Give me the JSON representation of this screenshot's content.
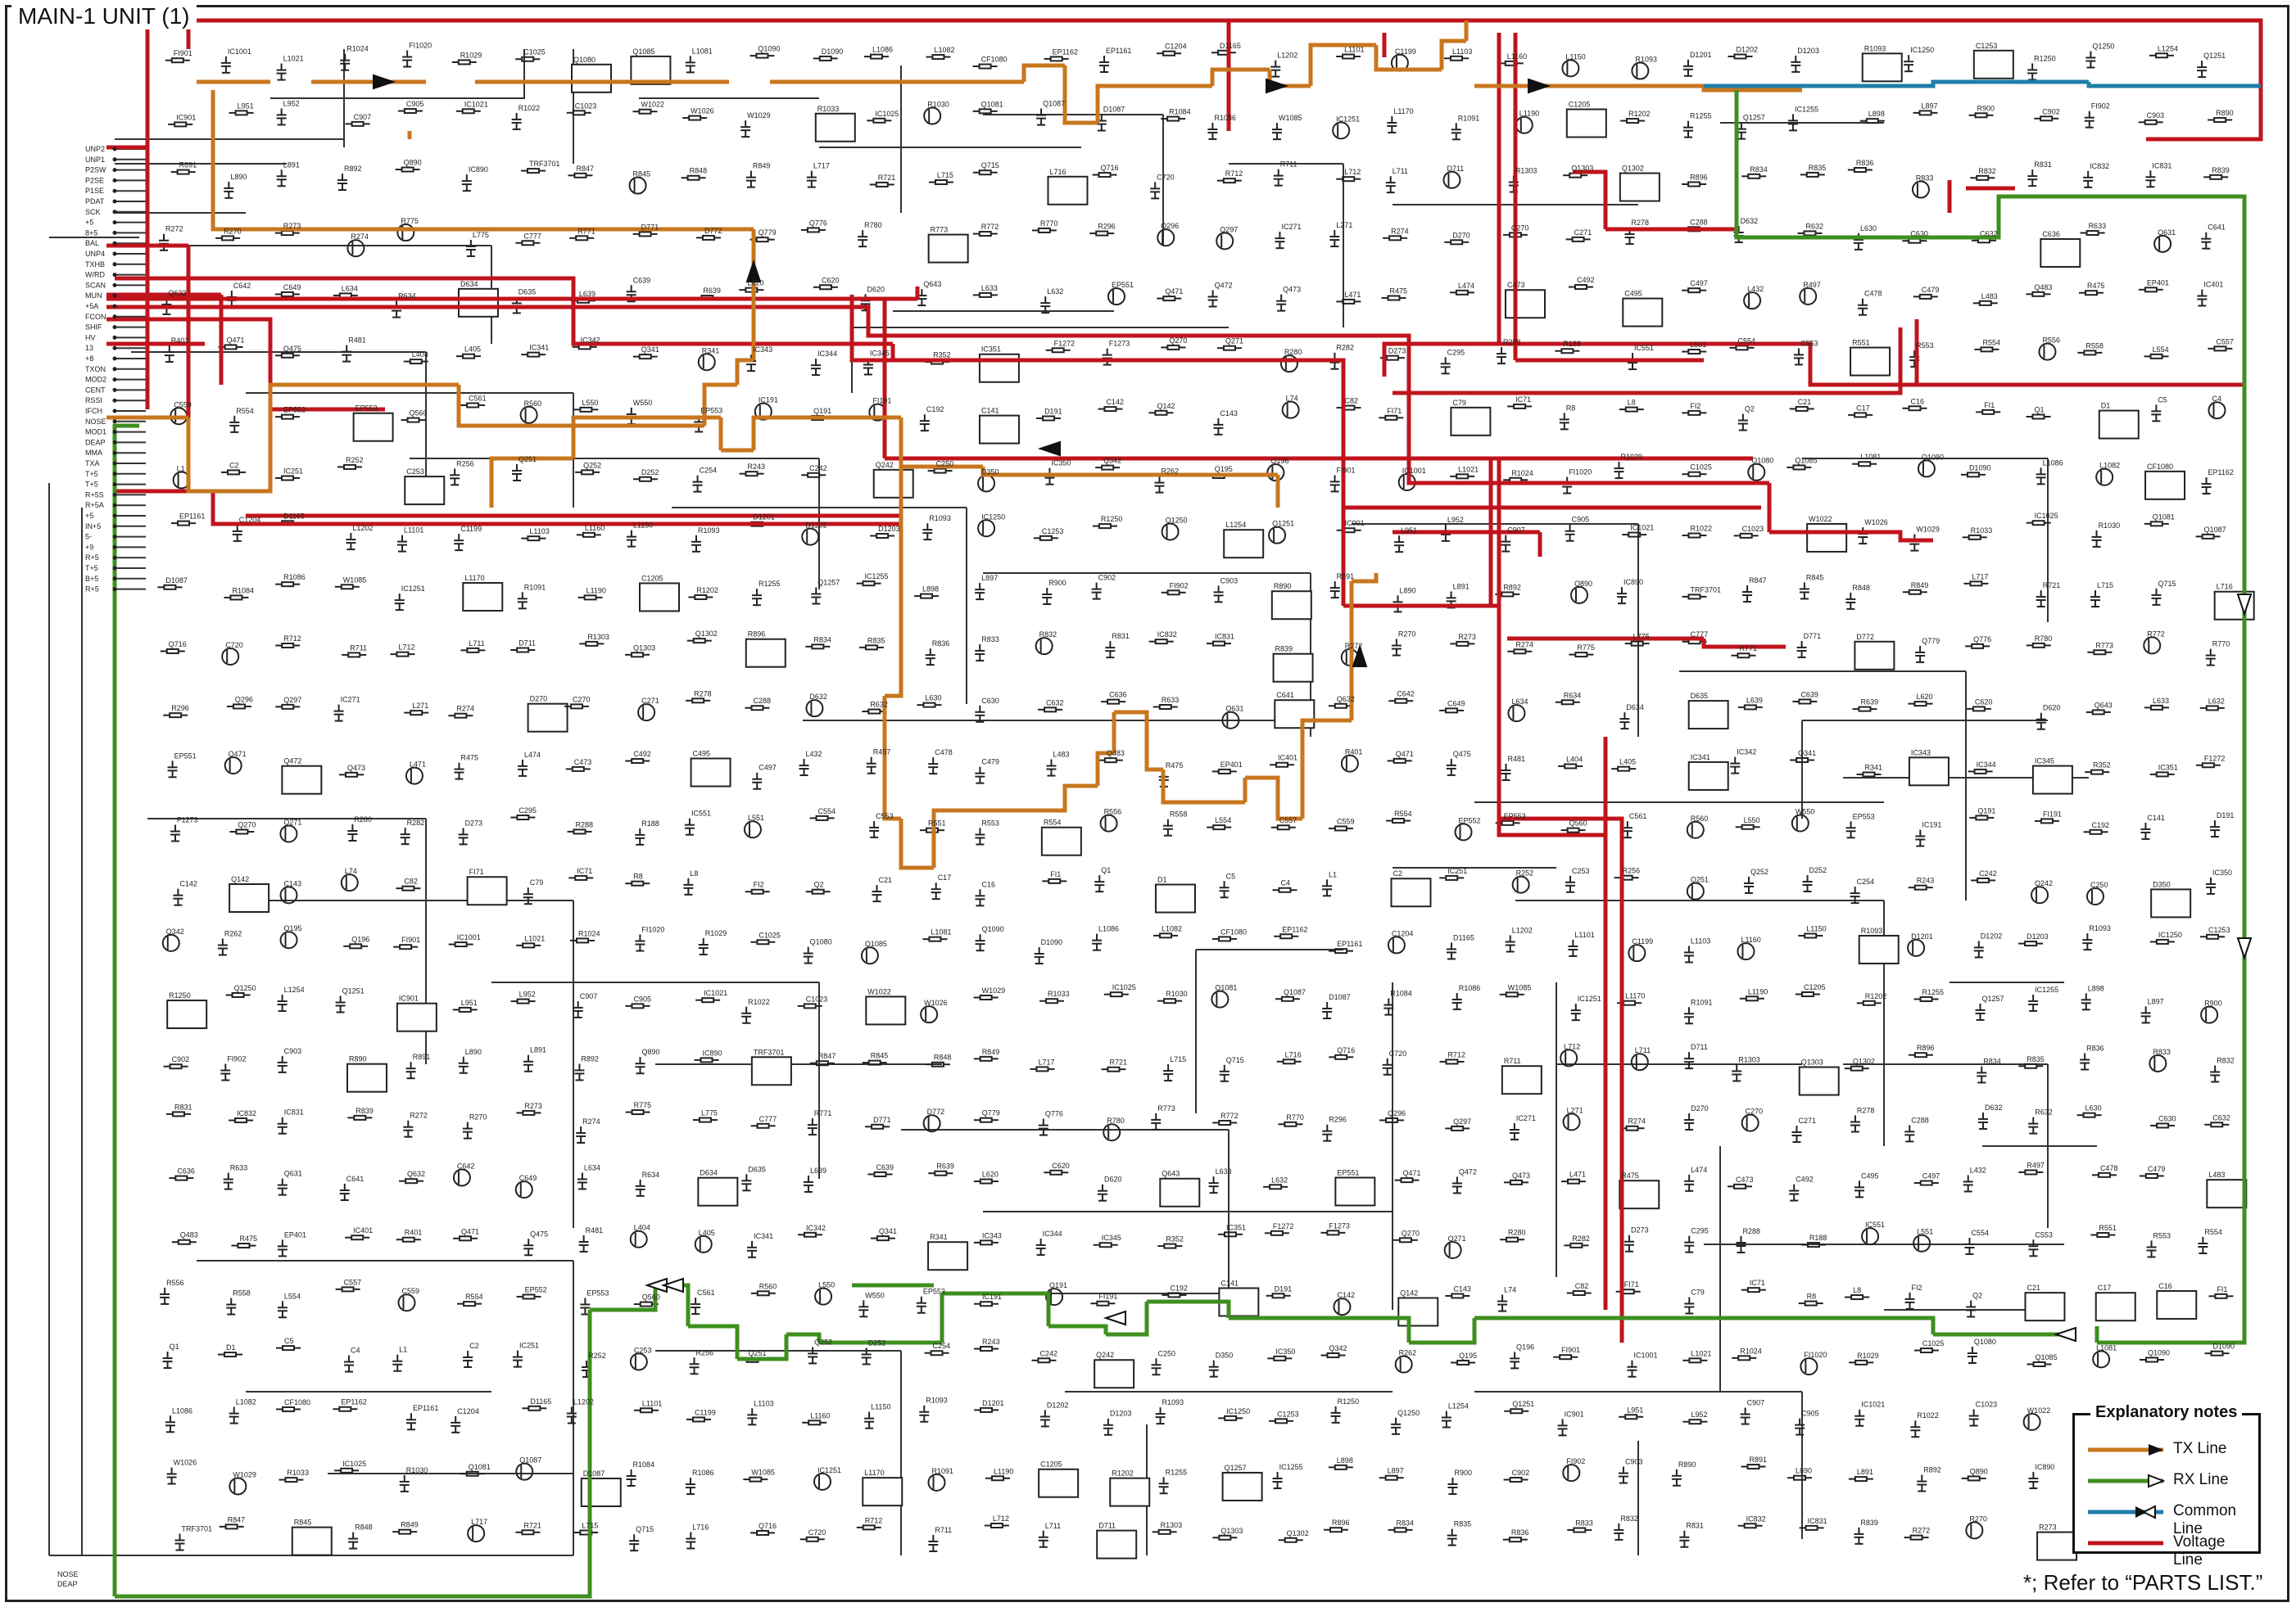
{
  "title": "MAIN-1 UNIT (1)",
  "footnote": "*; Refer to “PARTS LIST.”",
  "legend": {
    "title": "Explanatory notes",
    "items": [
      {
        "label": "TX Line",
        "color": "#c8761e",
        "arrow": "filled"
      },
      {
        "label": "RX Line",
        "color": "#3f8f1f",
        "arrow": "hollow"
      },
      {
        "label": "Common Line",
        "color": "#1f7ea8",
        "arrow": "half"
      },
      {
        "label": "Voltage Line",
        "color": "#c0141c",
        "arrow": "none"
      }
    ]
  },
  "connector_left": [
    "UNP2",
    "UNP1",
    "P2SW",
    "P2SE",
    "P1SE",
    "PDAT",
    "SCK",
    "+5",
    "8+5",
    "BAL",
    "UNP4",
    "TXHB",
    "W/RD",
    "SCAN",
    "MUN",
    "+5A",
    "FCON",
    "SHIF",
    "HV",
    "13",
    "+8",
    "TXON",
    "MOD2",
    "CENT",
    "RSSI",
    "IFCH",
    "NOSE",
    "MOD1",
    "DEAP",
    "MMA",
    "TXA",
    "T+5",
    "T+5",
    "R+5S",
    "R+5A",
    "+5",
    "IN+5",
    "5-",
    "+9",
    "R+5",
    "T+5",
    "B+5",
    "R+5"
  ],
  "connector_bottom": [
    "NOSE",
    "DEAP"
  ],
  "components": [
    "FI901",
    "IC1001",
    "L1021",
    "R1024",
    "FI1020",
    "R1029",
    "C1025",
    "Q1080",
    "Q1085",
    "L1081",
    "Q1090",
    "D1090",
    "L1086",
    "L1082",
    "CF1080",
    "EP1162",
    "EP1161",
    "C1204",
    "D1165",
    "L1202",
    "L1101",
    "C1199",
    "L1103",
    "L1160",
    "L1150",
    "R1093",
    "D1201",
    "D1202",
    "D1203",
    "R1093",
    "IC1250",
    "C1253",
    "R1250",
    "Q1250",
    "L1254",
    "Q1251",
    "IC901",
    "L951",
    "L952",
    "C907",
    "C905",
    "IC1021",
    "R1022",
    "C1023",
    "W1022",
    "W1026",
    "W1029",
    "R1033",
    "IC1025",
    "R1030",
    "Q1081",
    "Q1087",
    "D1087",
    "R1084",
    "R1086",
    "W1085",
    "IC1251",
    "L1170",
    "R1091",
    "L1190",
    "C1205",
    "R1202",
    "R1255",
    "Q1257",
    "IC1255",
    "L898",
    "L897",
    "R900",
    "C902",
    "FI902",
    "C903",
    "R890",
    "R891",
    "L890",
    "L891",
    "R892",
    "Q890",
    "IC890",
    "TRF3701",
    "R847",
    "R845",
    "R848",
    "R849",
    "L717",
    "R721",
    "L715",
    "Q715",
    "L716",
    "Q716",
    "C720",
    "R712",
    "R711",
    "L712",
    "L711",
    "D711",
    "R1303",
    "Q1303",
    "Q1302",
    "R896",
    "R834",
    "R835",
    "R836",
    "R833",
    "R832",
    "R831",
    "IC832",
    "IC831",
    "R839",
    "R272",
    "R270",
    "R273",
    "R274",
    "R775",
    "L775",
    "C777",
    "R771",
    "D771",
    "D772",
    "Q779",
    "Q776",
    "R780",
    "R773",
    "R772",
    "R770",
    "R296",
    "Q296",
    "Q297",
    "IC271",
    "L271",
    "R274",
    "D270",
    "C270",
    "C271",
    "R278",
    "C288",
    "D632",
    "R632",
    "L630",
    "C630",
    "C632",
    "C636",
    "R633",
    "Q631",
    "C641",
    "Q632",
    "C642",
    "C649",
    "L634",
    "R634",
    "D634",
    "D635",
    "L639",
    "C639",
    "R639",
    "L620",
    "C620",
    "D620",
    "Q643",
    "L633",
    "L632",
    "EP551",
    "Q471",
    "Q472",
    "Q473",
    "L471",
    "R475",
    "L474",
    "C473",
    "C492",
    "C495",
    "C497",
    "L432",
    "R497",
    "C478",
    "C479",
    "L483",
    "Q483",
    "R475",
    "EP401",
    "IC401",
    "R401",
    "Q471",
    "Q475",
    "R481",
    "L404",
    "L405",
    "IC341",
    "IC342",
    "Q341",
    "R341",
    "IC343",
    "IC344",
    "IC345",
    "R352",
    "IC351",
    "F1272",
    "F1273",
    "Q270",
    "Q271",
    "R280",
    "R282",
    "D273",
    "C295",
    "R288",
    "R188",
    "IC551",
    "L551",
    "C554",
    "C553",
    "R551",
    "R553",
    "R554",
    "R556",
    "R558",
    "L554",
    "C557",
    "C559",
    "R554",
    "EP552",
    "EP553",
    "Q560",
    "C561",
    "R560",
    "L550",
    "W550",
    "EP553",
    "IC191",
    "Q191",
    "FI191",
    "C192",
    "C141",
    "D191",
    "C142",
    "Q142",
    "C143",
    "L74",
    "C82",
    "FI71",
    "C79",
    "IC71",
    "R8",
    "L8",
    "FI2",
    "Q2",
    "C21",
    "C17",
    "C16",
    "FI1",
    "Q1",
    "D1",
    "C5",
    "C4",
    "L1",
    "C2",
    "IC251",
    "R252",
    "C253",
    "R256",
    "Q251",
    "Q252",
    "D252",
    "C254",
    "R243",
    "C242",
    "Q242",
    "C250",
    "D350",
    "IC350",
    "Q342",
    "R262",
    "Q195",
    "Q196"
  ]
}
